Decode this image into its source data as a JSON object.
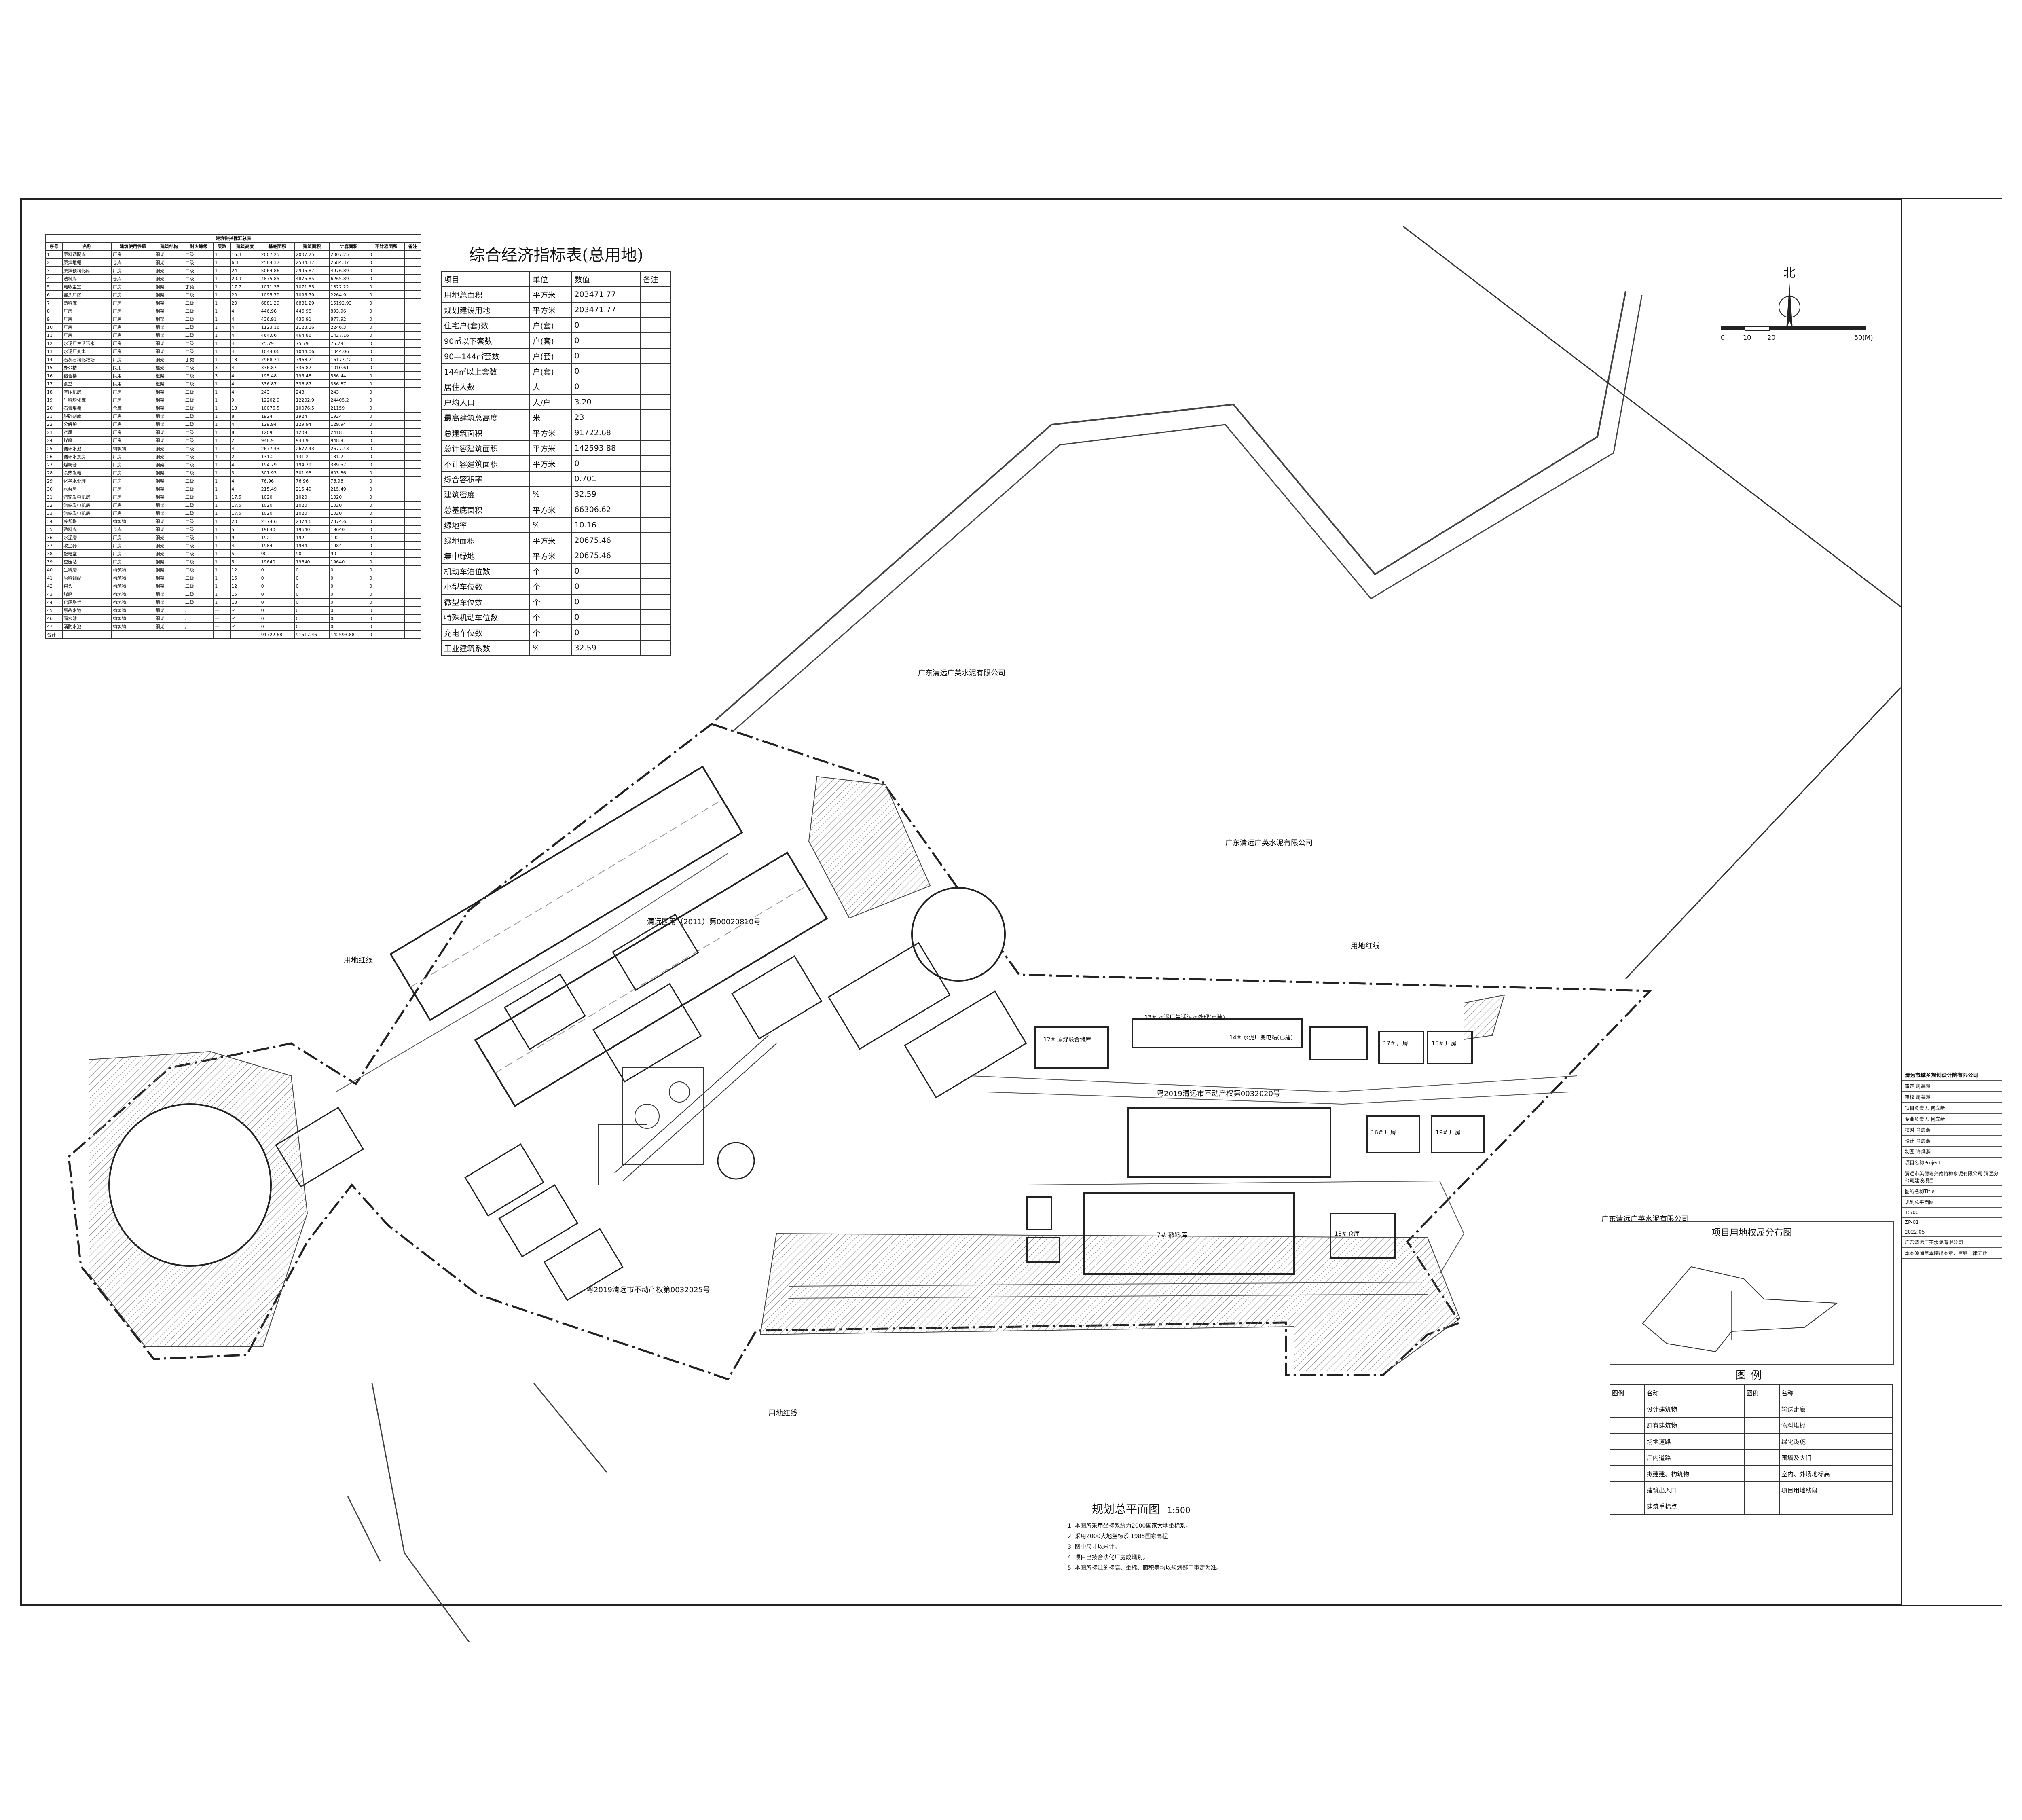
{
  "colors": {
    "line": "#222222",
    "hatch": "#777777",
    "background": "#ffffff"
  },
  "plan": {
    "title": "规划总平面图",
    "scale_text": "1:500",
    "north_label": "北",
    "scale_labels": [
      "0",
      "10",
      "20",
      "50(M)"
    ],
    "red_line_label": "用地红线",
    "neighbors": [
      "广东清远广英水泥有限公司",
      "广东清远广英水泥有限公司",
      "广东清远广英水泥有限公司"
    ],
    "cert_labels": [
      "清远国用（2011）第00020810号",
      "粤2019清远市不动产权第0032025号",
      "粤2019清远市不动产权第0032020号"
    ],
    "buildings": [
      "12# 原煤联合储库",
      "13# 水泥厂生活污水处理(已建)",
      "14# 水泥厂变电站(已建)",
      "17# 厂房",
      "15# 厂房",
      "16# 厂房",
      "19# 厂房",
      "18# 仓库",
      "7# 熟料库"
    ],
    "notes": [
      "1. 本图所采用坐标系统为2000国家大地坐标系。",
      "2. 采用2000大地坐标系    1985国家高程",
      "3. 图中尺寸以米计。",
      "4. 项目已按合法化厂房成规划。",
      "5. 本图所标注的标高、坐标、面积等均以规划部门审定为准。"
    ]
  },
  "econ_table": {
    "title": "综合经济指标表(总用地)",
    "headers": [
      "项目",
      "单位",
      "数值",
      "备注"
    ],
    "rows": [
      [
        "用地总面积",
        "平方米",
        "203471.77",
        ""
      ],
      [
        "规划建设用地",
        "平方米",
        "203471.77",
        ""
      ],
      [
        "住宅户(套)数",
        "户(套)",
        "0",
        ""
      ],
      [
        "  90㎡以下套数",
        "户(套)",
        "0",
        ""
      ],
      [
        "  90—144㎡套数",
        "户(套)",
        "0",
        ""
      ],
      [
        "  144㎡以上套数",
        "户(套)",
        "0",
        ""
      ],
      [
        "居住人数",
        "人",
        "0",
        ""
      ],
      [
        "户均人口",
        "人/户",
        "3.20",
        ""
      ],
      [
        "最高建筑总高度",
        "米",
        "23",
        ""
      ],
      [
        "总建筑面积",
        "平方米",
        "91722.68",
        ""
      ],
      [
        "总计容建筑面积",
        "平方米",
        "142593.88",
        ""
      ],
      [
        "不计容建筑面积",
        "平方米",
        "0",
        ""
      ],
      [
        "综合容积率",
        "",
        "0.701",
        ""
      ],
      [
        "建筑密度",
        "%",
        "32.59",
        ""
      ],
      [
        "总基底面积",
        "平方米",
        "66306.62",
        ""
      ],
      [
        "绿地率",
        "%",
        "10.16",
        ""
      ],
      [
        "绿地面积",
        "平方米",
        "20675.46",
        ""
      ],
      [
        "  集中绿地",
        "平方米",
        "20675.46",
        ""
      ],
      [
        "机动车泊位数",
        "个",
        "0",
        ""
      ],
      [
        "  小型车位数",
        "个",
        "0",
        ""
      ],
      [
        "  微型车位数",
        "个",
        "0",
        ""
      ],
      [
        "  特殊机动车位数",
        "个",
        "0",
        ""
      ],
      [
        "  充电车位数",
        "个",
        "0",
        ""
      ],
      [
        "工业建筑系数",
        "%",
        "32.59",
        ""
      ]
    ]
  },
  "bldg_table": {
    "title": "建筑物指标汇总表",
    "headers": [
      "序号",
      "名称",
      "建筑使用性质",
      "建筑结构",
      "耐火等级",
      "层数",
      "建筑高度",
      "基底面积",
      "建筑面积",
      "计容面积",
      "不计容面积",
      "备注"
    ],
    "rows": [
      [
        "1",
        "原料调配库",
        "厂房",
        "钢架",
        "二级",
        "1",
        "15.3",
        "2007.25",
        "2007.25",
        "2007.25",
        "0",
        ""
      ],
      [
        "2",
        "原煤堆棚",
        "仓库",
        "钢架",
        "二级",
        "1",
        "6.3",
        "2584.37",
        "2584.37",
        "2584.37",
        "0",
        ""
      ],
      [
        "3",
        "原煤预均化库",
        "厂房",
        "钢架",
        "二级",
        "1",
        "24",
        "5064.86",
        "2995.87",
        "4976.89",
        "0",
        ""
      ],
      [
        "4",
        "熟料库",
        "仓库",
        "钢架",
        "二级",
        "1",
        "20.9",
        "4875.85",
        "4875.85",
        "6265.89",
        "0",
        ""
      ],
      [
        "5",
        "电收尘室",
        "厂房",
        "钢架",
        "丁类",
        "1",
        "17.7",
        "1071.35",
        "1071.35",
        "1822.22",
        "0",
        ""
      ],
      [
        "6",
        "窑头厂房",
        "厂房",
        "钢架",
        "二级",
        "1",
        "20",
        "1095.79",
        "1095.79",
        "2264.9",
        "0",
        ""
      ],
      [
        "7",
        "熟料库",
        "厂房",
        "钢架",
        "二级",
        "1",
        "20",
        "6881.29",
        "6881.29",
        "15192.93",
        "0",
        ""
      ],
      [
        "8",
        "厂房",
        "厂房",
        "钢架",
        "二级",
        "1",
        "4",
        "446.98",
        "446.98",
        "893.96",
        "0",
        ""
      ],
      [
        "9",
        "厂房",
        "厂房",
        "钢架",
        "二级",
        "1",
        "4",
        "436.91",
        "436.91",
        "877.92",
        "0",
        ""
      ],
      [
        "10",
        "厂房",
        "厂房",
        "钢架",
        "二级",
        "1",
        "4",
        "1123.16",
        "1123.16",
        "2246.3",
        "0",
        ""
      ],
      [
        "11",
        "厂房",
        "厂房",
        "钢架",
        "二级",
        "1",
        "4",
        "464.86",
        "464.86",
        "1427.16",
        "0",
        ""
      ],
      [
        "12",
        "水泥厂生活污水",
        "厂房",
        "钢架",
        "二级",
        "1",
        "4",
        "75.79",
        "75.79",
        "75.79",
        "0",
        ""
      ],
      [
        "13",
        "水泥厂变电",
        "厂房",
        "钢架",
        "二级",
        "1",
        "4",
        "1044.06",
        "1044.06",
        "1044.06",
        "0",
        ""
      ],
      [
        "14",
        "石灰石均化堆场",
        "厂房",
        "钢架",
        "丁类",
        "1",
        "13",
        "7968.71",
        "7968.71",
        "16177.42",
        "0",
        ""
      ],
      [
        "15",
        "办公楼",
        "民用",
        "框架",
        "二级",
        "3",
        "4",
        "336.87",
        "336.87",
        "1010.61",
        "0",
        ""
      ],
      [
        "16",
        "宿舍楼",
        "民用",
        "框架",
        "二级",
        "3",
        "4",
        "195.48",
        "195.48",
        "586.44",
        "0",
        ""
      ],
      [
        "17",
        "食堂",
        "民用",
        "框架",
        "二级",
        "1",
        "4",
        "336.87",
        "336.87",
        "336.87",
        "0",
        ""
      ],
      [
        "18",
        "空压机房",
        "厂房",
        "钢架",
        "二级",
        "1",
        "4",
        "243",
        "243",
        "243",
        "0",
        ""
      ],
      [
        "19",
        "生料均化库",
        "厂房",
        "钢架",
        "二级",
        "1",
        "9",
        "12202.9",
        "12202.9",
        "24405.2",
        "0",
        ""
      ],
      [
        "20",
        "石膏堆棚",
        "仓库",
        "钢架",
        "二级",
        "1",
        "13",
        "10076.5",
        "10076.5",
        "21159",
        "0",
        ""
      ],
      [
        "21",
        "脱硫剂库",
        "厂房",
        "钢架",
        "二级",
        "1",
        "8",
        "1924",
        "1924",
        "1924",
        "0",
        ""
      ],
      [
        "22",
        "分解炉",
        "厂房",
        "钢架",
        "二级",
        "1",
        "4",
        "129.94",
        "129.94",
        "129.94",
        "0",
        ""
      ],
      [
        "23",
        "窑尾",
        "厂房",
        "钢架",
        "二级",
        "1",
        "8",
        "1209",
        "1209",
        "2418",
        "0",
        ""
      ],
      [
        "24",
        "煤磨",
        "厂房",
        "钢架",
        "二级",
        "1",
        "2",
        "948.9",
        "948.9",
        "948.9",
        "0",
        ""
      ],
      [
        "25",
        "循环水池",
        "构筑物",
        "钢架",
        "二级",
        "1",
        "4",
        "2677.43",
        "2677.43",
        "2677.43",
        "0",
        ""
      ],
      [
        "26",
        "循环水泵房",
        "厂房",
        "钢架",
        "二级",
        "1",
        "2",
        "131.2",
        "131.2",
        "131.2",
        "0",
        ""
      ],
      [
        "27",
        "煤粉仓",
        "厂房",
        "钢架",
        "二级",
        "1",
        "4",
        "194.79",
        "194.79",
        "389.57",
        "0",
        ""
      ],
      [
        "28",
        "余热发电",
        "厂房",
        "钢架",
        "二级",
        "1",
        "3",
        "301.93",
        "301.93",
        "603.86",
        "0",
        ""
      ],
      [
        "29",
        "化学水处理",
        "厂房",
        "钢架",
        "二级",
        "1",
        "4",
        "76.96",
        "76.96",
        "76.96",
        "0",
        ""
      ],
      [
        "30",
        "水泵房",
        "厂房",
        "钢架",
        "二级",
        "1",
        "4",
        "215.49",
        "215.49",
        "215.49",
        "0",
        ""
      ],
      [
        "31",
        "汽轮发电机房",
        "厂房",
        "钢架",
        "二级",
        "1",
        "17.5",
        "1020",
        "1020",
        "1020",
        "0",
        ""
      ],
      [
        "32",
        "汽轮发电机房",
        "厂房",
        "钢架",
        "二级",
        "1",
        "17.5",
        "1020",
        "1020",
        "1020",
        "0",
        ""
      ],
      [
        "33",
        "汽轮发电机房",
        "厂房",
        "钢架",
        "二级",
        "1",
        "17.5",
        "1020",
        "1020",
        "1020",
        "0",
        ""
      ],
      [
        "34",
        "冷却塔",
        "构筑物",
        "钢架",
        "二级",
        "1",
        "20",
        "2374.6",
        "2374.6",
        "2374.6",
        "0",
        ""
      ],
      [
        "35",
        "熟料库",
        "仓库",
        "钢架",
        "二级",
        "1",
        "5",
        "19640",
        "19640",
        "19640",
        "0",
        ""
      ],
      [
        "36",
        "水泥磨",
        "厂房",
        "钢架",
        "二级",
        "1",
        "9",
        "192",
        "192",
        "192",
        "0",
        ""
      ],
      [
        "37",
        "收尘器",
        "厂房",
        "钢架",
        "二级",
        "1",
        "4",
        "1984",
        "1984",
        "1984",
        "0",
        ""
      ],
      [
        "38",
        "配电室",
        "厂房",
        "钢架",
        "二级",
        "1",
        "5",
        "90",
        "90",
        "90",
        "0",
        ""
      ],
      [
        "39",
        "空压站",
        "厂房",
        "钢架",
        "二级",
        "1",
        "5",
        "19640",
        "19640",
        "19640",
        "0",
        ""
      ],
      [
        "40",
        "生料磨",
        "构筑物",
        "钢架",
        "二级",
        "1",
        "12",
        "0",
        "0",
        "0",
        "0",
        ""
      ],
      [
        "41",
        "原料调配",
        "构筑物",
        "钢架",
        "二级",
        "1",
        "15",
        "0",
        "0",
        "0",
        "0",
        ""
      ],
      [
        "42",
        "窑头",
        "构筑物",
        "钢架",
        "二级",
        "1",
        "12",
        "0",
        "0",
        "0",
        "0",
        ""
      ],
      [
        "43",
        "煤磨",
        "构筑物",
        "钢架",
        "二级",
        "1",
        "15",
        "0",
        "0",
        "0",
        "0",
        ""
      ],
      [
        "44",
        "窑尾塔架",
        "构筑物",
        "钢架",
        "二级",
        "1",
        "13",
        "0",
        "0",
        "0",
        "0",
        ""
      ],
      [
        "45",
        "事故水池",
        "构筑物",
        "钢架",
        "/",
        "—",
        "-4",
        "0",
        "0",
        "0",
        "0",
        ""
      ],
      [
        "46",
        "雨水池",
        "构筑物",
        "钢架",
        "/",
        "—",
        "-4",
        "0",
        "0",
        "0",
        "0",
        ""
      ],
      [
        "47",
        "消防水池",
        "构筑物",
        "钢架",
        "/",
        "—",
        "-4",
        "0",
        "0",
        "0",
        "0",
        ""
      ],
      [
        "合计",
        "",
        "",
        "",
        "",
        "",
        "",
        "91722.68",
        "91517.46",
        "142593.88",
        "0",
        ""
      ]
    ]
  },
  "legend": {
    "title": "图例",
    "headers": [
      "图例",
      "名称",
      "图例",
      "名称"
    ],
    "rows": [
      [
        "设计建筑物",
        "输送走廊"
      ],
      [
        "原有建筑物",
        "物料堆棚"
      ],
      [
        "场地道路",
        "绿化设施"
      ],
      [
        "厂内道路",
        "围墙及大门"
      ],
      [
        "拟建建、构筑物",
        "室内、外场地标高"
      ],
      [
        "建筑出入口",
        "项目用地线段"
      ],
      [
        "建筑重标点",
        ""
      ]
    ]
  },
  "owner_map": {
    "title": "项目用地权属分布图"
  },
  "title_block": {
    "company": "清远市城乡规划设计院有限公司",
    "rows": [
      "审定",
      "审核",
      "项目负责人",
      "专业负责人",
      "校对",
      "设计",
      "制图"
    ],
    "names": [
      "周慕慧",
      "周慕慧",
      "何立新",
      "何立新",
      "肖惠燕",
      "肖惠燕",
      "许烨燕"
    ],
    "project_label": "项目名称Project",
    "project": "清远市英德粤兴南特种水泥有限公司 清远分公司建设项目",
    "drawing_label": "图纸名称Title",
    "drawing": "规划总平面图",
    "scale": "1:500",
    "sheet_no": "ZP-01",
    "date": "2022.05",
    "client": "广东清远广英水泥有限公司",
    "stamp_note": "本图须加盖本院出图章，否则一律无效"
  }
}
